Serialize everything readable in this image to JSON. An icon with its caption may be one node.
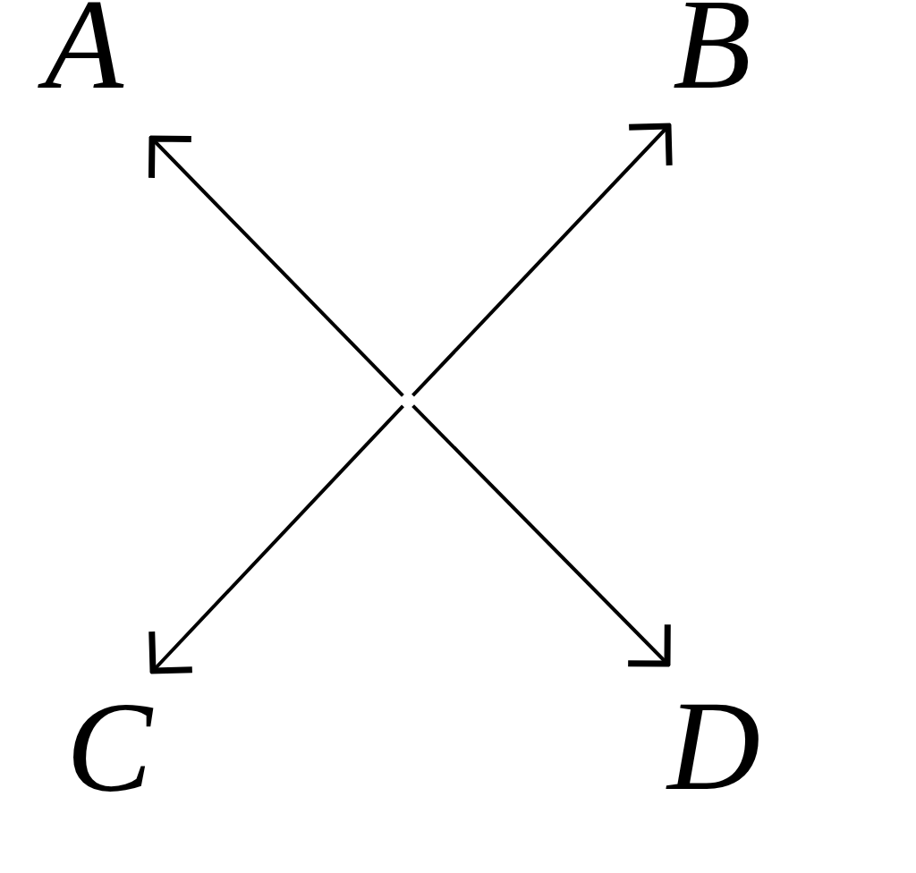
{
  "diagram": {
    "nodes": [
      {
        "text": [
          "A"
        ]
      },
      {
        "text": [
          "B"
        ]
      },
      {
        "text": [
          "C"
        ]
      },
      {
        "text": [
          "D"
        ]
      }
    ],
    "edges": [
      {
        "from": null,
        "to": 0,
        "arrow": "to"
      },
      {
        "from": null,
        "to": 1,
        "arrow": "to"
      },
      {
        "from": null,
        "to": 2,
        "arrow": "to"
      },
      {
        "from": null,
        "to": 3,
        "arrow": "to"
      }
    ]
  }
}
